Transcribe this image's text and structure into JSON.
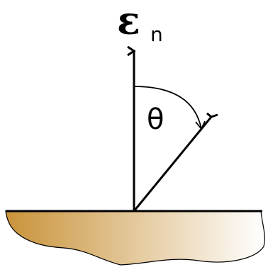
{
  "labels": {
    "epsilon_symbol": "ε",
    "epsilon_subscript": "n",
    "angle": "θ"
  },
  "colors": {
    "line": "#000000",
    "surface_dark": "#c9933a",
    "surface_light": "#ffffff"
  },
  "angle_deg": 42
}
